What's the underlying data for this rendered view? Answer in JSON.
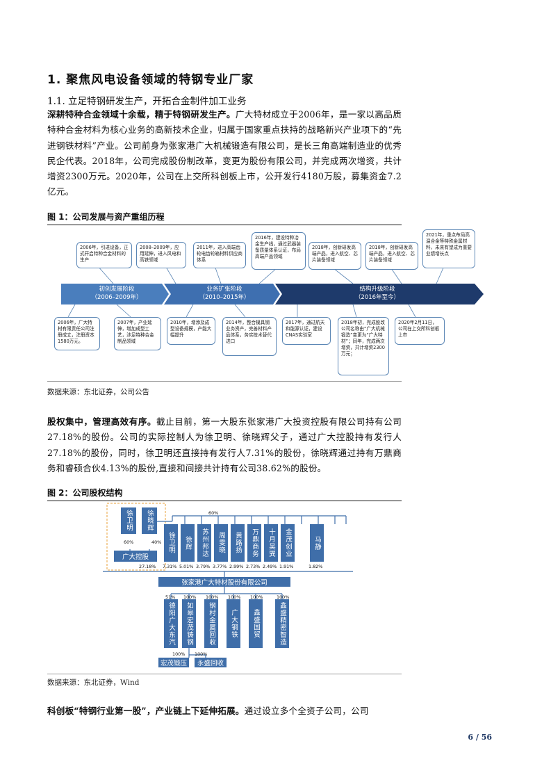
{
  "heading": {
    "h1": "1.  聚焦风电设备领域的特钢专业厂家",
    "h2": "1.1.  立足特钢研发生产，开拓合金制件加工业务"
  },
  "para1": {
    "bold": "深耕特种合金领域十余载，精于特钢研发生产。",
    "text": "广大特材成立于2006年，是一家以高品质特种合金材料为核心业务的高新技术企业，归属于国家重点扶持的战略新兴产业项下的“先进钢铁材料”产业。公司前身为张家港广大机械锻造有限公司，是长三角高端制造业的优秀民企代表。2018年，公司完成股份制改革，变更为股份有限公司，并完成两次增资，共计增资2300万元。2020年，公司在上交所科创板上市，公开发行4180万股，募集资金7.2亿元。"
  },
  "fig1": {
    "title": "图 1：公司发展与资产重组历程",
    "source": "数据来源：东北证券，公司公告",
    "stages": [
      {
        "name": "初创发展阶段",
        "period": "（2006–2009年）"
      },
      {
        "name": "业务扩张阶段",
        "period": "（2010–2015年）"
      },
      {
        "name": "结构升级阶段",
        "period": "（2016年至今）"
      }
    ],
    "top_events": [
      "2006年，引进设备，正式开启特种合金材料的生产",
      "2008–2009年，应用延伸，进入风电和高铁领域",
      "2011年，进入高端齿轮电齿轮箱材料供应商体系",
      "2016年，建设特种冶金生产线，通过武器装备质量体系认证，布局高端产品领域",
      "2018年，创新研发高端产品，进入航空、芯片装备领域",
      "2018年，创新研发高端产品，进入航空、芯片装备领域",
      "2021年，重点布局高温合金等特殊金属材料，未来有望成为重要业绩增长点"
    ],
    "bottom_events": [
      "2006年，广大特材有限责任公司注册成立，注册资本1580万元。",
      "2007年，产业延伸，增加成型工艺，涉足特种合金制品领域",
      "2010年，增添及成型设备规模，产能大幅提升",
      "2014年，整合模具钢业务资产，完善材料产品体系，务实技术替代进口",
      "2017年，通过航天和能源认证，建设CNAS实验室",
      "2018年初，完成股改公司名称由“广大机械锻造”变更为“广大特材”；同年，完成两次增资，共计增资2300万元；",
      "2020年2月11日，公司在上交所科创板上市"
    ]
  },
  "para2": {
    "bold": "股权集中，管理高效有序。",
    "text": "截止目前，第一大股东张家港广大投资控股有限公司持有公司27.18%的股份。公司的实际控制人为徐卫明、徐晓辉父子，通过广大控股持有发行人27.18%的股份，同时，徐卫明还直接持有发行人7.31%的股份，徐晓辉通过持有万鼎商务和睿硕合伙4.13%的股份,直接和间接共计持有公司38.62%的股份。"
  },
  "fig2": {
    "title": "图 2：公司股权结构",
    "source": "数据来源：东北证券，Wind",
    "controllers": [
      {
        "name": "徐卫明",
        "pct": "60%"
      },
      {
        "name": "徐晓辉",
        "pct": "40%"
      }
    ],
    "holdco": {
      "name": "广大控股",
      "pct": "27.18%"
    },
    "top_pct": "60%",
    "holders": [
      {
        "name": "徐卫明",
        "pct": "7.31%"
      },
      {
        "name": "徐辉",
        "pct": "5.01%"
      },
      {
        "name": "苏州邦达",
        "pct": "3.79%"
      },
      {
        "name": "周雯晓",
        "pct": "3.77%"
      },
      {
        "name": "黄路扬",
        "pct": "2.99%"
      },
      {
        "name": "万鼎商务",
        "pct": "2.73%"
      },
      {
        "name": "十月吴巽",
        "pct": "2.49%"
      },
      {
        "name": "金茂创业",
        "pct": "1.91%"
      },
      {
        "name": "马静",
        "pct": "1.82%"
      }
    ],
    "company": "张家港广大特材股份有限公司",
    "subs": [
      {
        "name": "德阳广大东汽",
        "pct": "51%"
      },
      {
        "name": "如皋宏茂铸钢",
        "pct": "100%"
      },
      {
        "name": "钢村金属回收",
        "pct": "100%"
      },
      {
        "name": "广大钢铁",
        "pct": "100%"
      },
      {
        "name": "鑫盛国贸",
        "pct": "100%"
      },
      {
        "name": "鑫盛精密智造",
        "pct": "100%"
      }
    ],
    "subsubs": [
      {
        "name": "宏茂锻压",
        "pct": "100%"
      },
      {
        "name": "永盛回收",
        "pct": "100%"
      }
    ]
  },
  "para3": {
    "bold": "科创板“特钢行业第一股”，产业链上下延伸拓展。",
    "text": "通过设立多个全资子公司，公司"
  },
  "page_no": "6 / 56",
  "colors": {
    "navy": "#1f3864",
    "blue": "#3f6ea9",
    "timeline_light": "#4a7ebd",
    "dashed_orange": "#e8a23a"
  }
}
